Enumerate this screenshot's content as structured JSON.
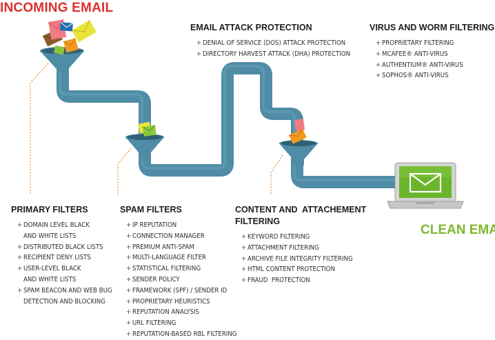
{
  "header": {
    "incoming_label": "INCOMING EMAIL",
    "clean_label": "CLEAN EMAIL"
  },
  "sections": {
    "primary_filters": {
      "title": "PRIMARY FILTERS",
      "items": [
        [
          "DOMAIN LEVEL BLACK",
          "AND WHITE LISTS"
        ],
        [
          "DISTRIBUTED BLACK LISTS"
        ],
        [
          "RECIPIENT DENY LISTS"
        ],
        [
          "USER-LEVEL BLACK",
          "AND WHITE LISTS"
        ],
        [
          "SPAM BEACON AND WEB BUG",
          "DETECTION AND BLOCKING"
        ]
      ]
    },
    "spam_filters": {
      "title": "SPAM FILTERS",
      "items": [
        [
          "IP REPUTATION"
        ],
        [
          "CONNECTION MANAGER"
        ],
        [
          "PREMIUM ANTI-SPAM"
        ],
        [
          "MULTI-LANGUAGE FILTER"
        ],
        [
          "STATISTICAL FILTERING"
        ],
        [
          "SENDER POLICY"
        ],
        [
          "FRAMEWORK (SPF) / SENDER ID"
        ],
        [
          "PROPRIETARY HEURISTICS"
        ],
        [
          "REPUTATION ANALYSIS"
        ],
        [
          "URL FILTERING"
        ],
        [
          "REPUTATION-BASED RBL FILTERING"
        ]
      ]
    },
    "email_attack": {
      "title": "EMAIL ATTACK PROTECTION",
      "items": [
        [
          "DENIAL OF SERVICE (DOS) ATTACK PROTECTION"
        ],
        [
          "DIRECTORY HARVEST ATTACK (DHA) PROTECTION"
        ]
      ]
    },
    "virus_worm": {
      "title": "VIRUS AND WORM FILTERING",
      "items": [
        [
          "PROPRIETARY FILTERING"
        ],
        [
          "MCAFEE® ANTI-VIRUS"
        ],
        [
          "AUTHENTIUM® ANTI-VIRUS"
        ],
        [
          "SOPHOS® ANTI-VIRUS"
        ]
      ]
    },
    "content_filtering": {
      "title_line1": "CONTENT AND  ATTACHEMENT",
      "title_line2": "FILTERING",
      "items": [
        [
          "KEYWORD FILTERING"
        ],
        [
          "ATTACHMENT FILTERING"
        ],
        [
          "ARCHIVE FILE INTEGRITY FILTERING"
        ],
        [
          "HTML CONTENT PROTECTION"
        ],
        [
          "FRAUD  PROTECTION"
        ]
      ]
    }
  },
  "colors": {
    "pipe": "#4f8ca6",
    "pipe_shadow": "#3f7891",
    "incoming": "#d8312f",
    "clean": "#7cb82f",
    "leader": "#e08a3a",
    "laptop_screen": "#6bb52c",
    "envelope_pink": "#f07b86",
    "envelope_yellow": "#e9e43a",
    "envelope_green": "#8cc63f",
    "envelope_orange": "#f39a1e",
    "envelope_brown": "#8b5a2b",
    "envelope_blue": "#1f6fb2"
  },
  "icons": [
    "funnel-icon",
    "envelope-icon",
    "laptop-icon"
  ]
}
